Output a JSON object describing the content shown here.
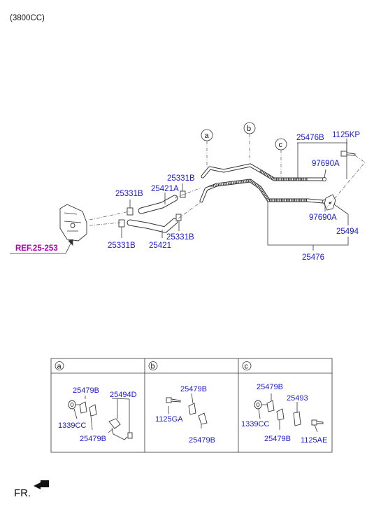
{
  "header": {
    "engine": "(3800CC)"
  },
  "callouts": {
    "a": "a",
    "b": "b",
    "c": "c"
  },
  "main_labels": {
    "p25476B": "25476B",
    "p1125KP": "1125KP",
    "p97690A_top": "97690A",
    "p25331B_top": "25331B",
    "p25421A": "25421A",
    "p25331B_left": "25331B",
    "p97690A_bottom": "97690A",
    "p25494": "25494",
    "p25331B_bl": "25331B",
    "p25421": "25421",
    "p25331B_br": "25331B",
    "p25476": "25476",
    "ref": "REF.25-253"
  },
  "detail_boxes": [
    {
      "tab": "a",
      "labels": [
        "25479B",
        "25494D",
        "1339CC",
        "25479B"
      ]
    },
    {
      "tab": "b",
      "labels": [
        "25479B",
        "1125GA",
        "25479B"
      ]
    },
    {
      "tab": "c",
      "labels": [
        "25479B",
        "25493",
        "1339CC",
        "25479B",
        "1125AE"
      ]
    }
  ],
  "footer": {
    "direction": "FR."
  }
}
